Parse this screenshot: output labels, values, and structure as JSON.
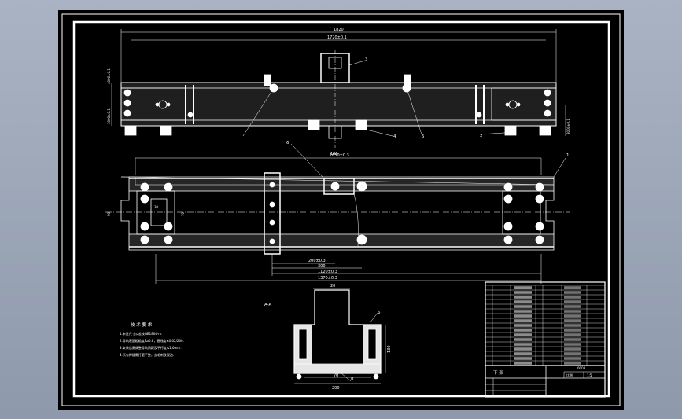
{
  "drawing": {
    "top_view": {
      "overall_dim": "1820",
      "inner_dim": "1720±0.1",
      "left_dim_top": "4000±0.1",
      "left_dim_bottom": "3000±0.1",
      "right_dim": "3000±0.1",
      "center_dim": "180",
      "callouts": [
        "3",
        "4",
        "5",
        "2"
      ]
    },
    "plan_view": {
      "callout_main": "1",
      "callout_top": "6",
      "top_dim": "1650±0.3",
      "left_small_dim": "30",
      "left_height_dim": "70",
      "left_vertical_dim": "90",
      "bottom_dim_1": "200±0.3",
      "bottom_dim_2": "300",
      "bottom_dim_3": "1120±0.3",
      "bottom_dim_4": "1370±0.3"
    },
    "section": {
      "label": "A-A",
      "top_dim": "20",
      "height_dim": "130",
      "bottom_dim_1": "70",
      "bottom_dim_2": "200",
      "callout_1": "6",
      "callout_2": "8"
    },
    "notes": {
      "title": "技 术 要 求",
      "lines": [
        "1.未注尺寸公差按GB1804-m.",
        "2.导轨表面粗糙度Ra0.8，直线度≤0.02/200.",
        "3.安装后需调整导轨间距及平行度≤1.0mm.",
        "4.所有焊缝需打磨平整，去毛刺及锐边."
      ]
    },
    "bom_rows": 17,
    "title_block": {
      "name": "下 架",
      "code": "0003",
      "scale_label": "比例",
      "scale_value": "1:5"
    }
  }
}
